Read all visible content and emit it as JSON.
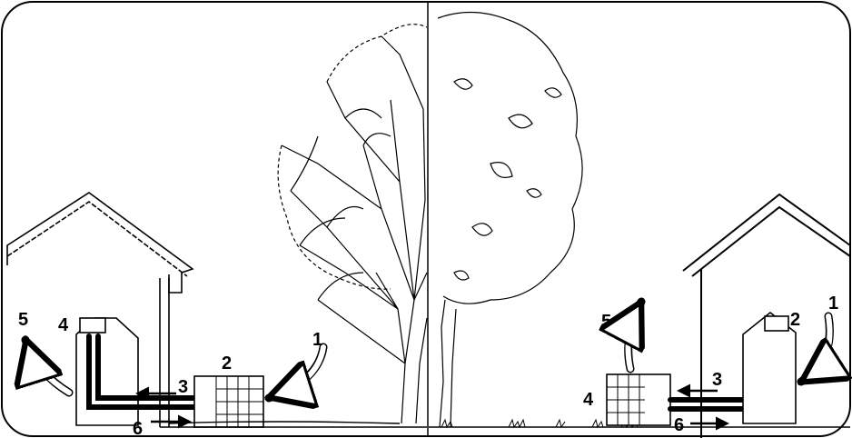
{
  "left_panel": {
    "labels": {
      "one": "1",
      "two": "2",
      "three": "3",
      "four": "4",
      "five": "5",
      "six": "6"
    }
  },
  "right_panel": {
    "labels": {
      "one": "1",
      "two": "2",
      "three": "3",
      "four": "4",
      "five": "5",
      "six": "6"
    }
  },
  "colors": {
    "ink": "#000000",
    "paper": "#ffffff"
  }
}
